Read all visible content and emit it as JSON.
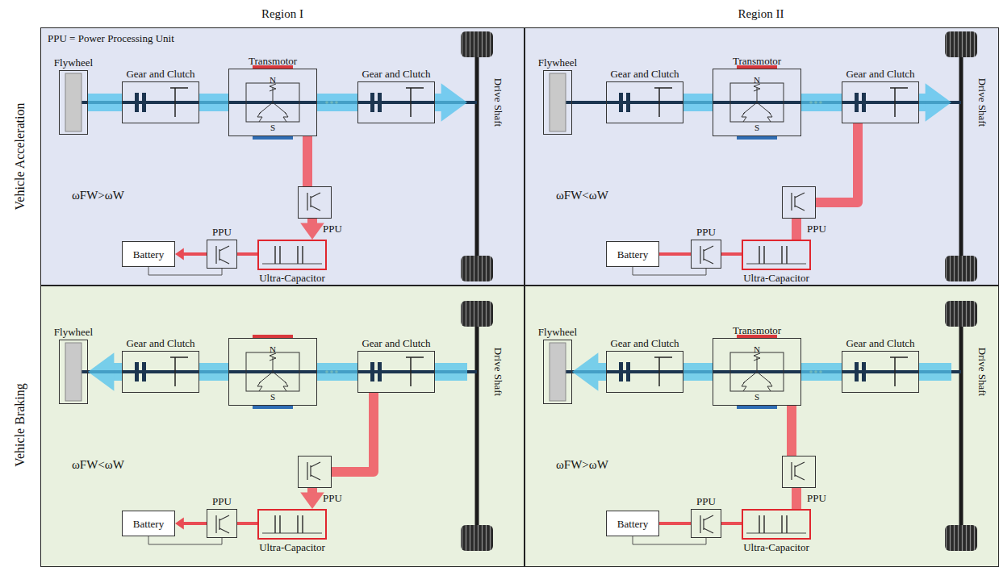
{
  "diagram": {
    "nodes": [
      {
        "text": [
          "PPU = Power Processing Unit",
          "ωFW>ωW"
        ]
      },
      {
        "text": [
          "Flywheel"
        ],
        "in": 0
      },
      {
        "text": [
          "Gear and Clutch"
        ],
        "in": 0
      },
      {
        "text": [
          "Transmotor",
          "N",
          "S"
        ],
        "in": 0
      },
      {
        "text": [
          "Gear and Clutch"
        ],
        "in": 0
      },
      {
        "text": [
          "Drive Shaft"
        ],
        "in": 0
      },
      {
        "text": [
          "PPU"
        ],
        "in": 0
      },
      {
        "text": [
          "PPU"
        ],
        "in": 0
      },
      {
        "text": [
          "Battery"
        ],
        "in": 0
      },
      {
        "text": [
          "Ultra-Capacitor"
        ],
        "in": 0
      },
      {
        "text": [
          "ωFW<ωW"
        ]
      },
      {
        "text": [
          "Flywheel"
        ],
        "in": 10
      },
      {
        "text": [
          "Gear and Clutch"
        ],
        "in": 10
      },
      {
        "text": [
          "Transmotor",
          "N",
          "S"
        ],
        "in": 10
      },
      {
        "text": [
          "Gear and Clutch"
        ],
        "in": 10
      },
      {
        "text": [
          "Drive Shaft"
        ],
        "in": 10
      },
      {
        "text": [
          "PPU"
        ],
        "in": 10
      },
      {
        "text": [
          "PPU"
        ],
        "in": 10
      },
      {
        "text": [
          "Battery"
        ],
        "in": 10
      },
      {
        "text": [
          "Ultra-Capacitor"
        ],
        "in": 10
      },
      {
        "text": [
          "ωFW<ωW"
        ]
      },
      {
        "text": [
          "Flywheel"
        ],
        "in": 20
      },
      {
        "text": [
          "Gear and Clutch"
        ],
        "in": 20
      },
      {
        "text": [
          "N",
          "S"
        ],
        "in": 20
      },
      {
        "text": [
          "Gear and Clutch"
        ],
        "in": 20
      },
      {
        "text": [
          "Drive Shaft"
        ],
        "in": 20
      },
      {
        "text": [
          "PPU"
        ],
        "in": 20
      },
      {
        "text": [
          "PPU"
        ],
        "in": 20
      },
      {
        "text": [
          "Battery"
        ],
        "in": 20
      },
      {
        "text": [
          "Ultra-Capacitor"
        ],
        "in": 20
      },
      {
        "text": [
          "ωFW>ωW"
        ]
      },
      {
        "text": [
          "Flywheel"
        ],
        "in": 30
      },
      {
        "text": [
          "Gear and Clutch"
        ],
        "in": 30
      },
      {
        "text": [
          "Transmotor",
          "N",
          "S"
        ],
        "in": 30
      },
      {
        "text": [
          "Gear and Clutch"
        ],
        "in": 30
      },
      {
        "text": [
          "Drive Shaft"
        ],
        "in": 30
      },
      {
        "text": [
          "PPU"
        ],
        "in": 30
      },
      {
        "text": [
          "PPU"
        ],
        "in": 30
      },
      {
        "text": [
          "Battery"
        ],
        "in": 30
      },
      {
        "text": [
          "Ultra-Capacitor"
        ],
        "in": 30
      }
    ],
    "edges": [
      {
        "from": 1,
        "to": 2,
        "arrow": "none"
      },
      {
        "from": 2,
        "to": 3,
        "arrow": "none"
      },
      {
        "from": 3,
        "to": 4,
        "arrow": "none"
      },
      {
        "from": 4,
        "to": 5,
        "arrow": "to"
      },
      {
        "from": 3,
        "to": 6,
        "arrow": "none"
      },
      {
        "from": 6,
        "to": 9,
        "arrow": "to"
      },
      {
        "from": 9,
        "to": 7,
        "arrow": "none"
      },
      {
        "from": 7,
        "to": 8,
        "arrow": "to"
      },
      {
        "from": 12,
        "to": 13,
        "arrow": "none"
      },
      {
        "from": 13,
        "to": 14,
        "arrow": "none"
      },
      {
        "from": 14,
        "to": 15,
        "arrow": "to"
      },
      {
        "from": 18,
        "to": 17,
        "arrow": "none"
      },
      {
        "from": 17,
        "to": 19,
        "arrow": "none"
      },
      {
        "from": 19,
        "to": 16,
        "arrow": "none"
      },
      {
        "from": 16,
        "to": 14,
        "arrow": "none"
      },
      {
        "from": 25,
        "to": 24,
        "arrow": "none"
      },
      {
        "from": 24,
        "to": 23,
        "arrow": "none"
      },
      {
        "from": 23,
        "to": 22,
        "arrow": "none"
      },
      {
        "from": 22,
        "to": 21,
        "arrow": "to"
      },
      {
        "from": 24,
        "to": 26,
        "arrow": "none"
      },
      {
        "from": 26,
        "to": 29,
        "arrow": "to"
      },
      {
        "from": 29,
        "to": 27,
        "arrow": "none"
      },
      {
        "from": 27,
        "to": 28,
        "arrow": "to"
      },
      {
        "from": 35,
        "to": 34,
        "arrow": "none"
      },
      {
        "from": 34,
        "to": 33,
        "arrow": "none"
      },
      {
        "from": 33,
        "to": 32,
        "arrow": "none"
      },
      {
        "from": 32,
        "to": 31,
        "arrow": "to"
      },
      {
        "from": 38,
        "to": 37,
        "arrow": "none"
      },
      {
        "from": 37,
        "to": 39,
        "arrow": "none"
      },
      {
        "from": 39,
        "to": 36,
        "arrow": "none"
      },
      {
        "from": 36,
        "to": 33,
        "arrow": "none"
      }
    ],
    "labels": [
      "Region I",
      "Region II",
      "Vehicle Acceleration",
      "Vehicle Braking"
    ]
  }
}
